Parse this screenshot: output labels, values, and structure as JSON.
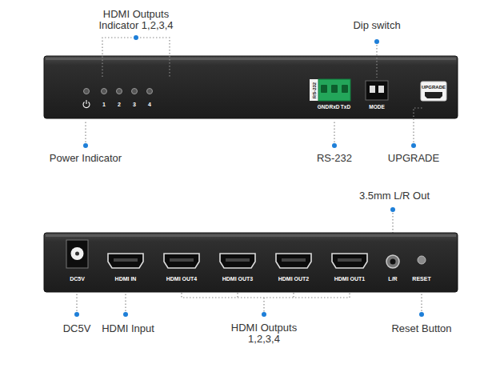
{
  "diagram": {
    "labels": [
      "HDMI Outputs Indicator 1,2,3,4",
      "Dip switch",
      "1",
      "2",
      "3",
      "4",
      "RS-232",
      "GND",
      "RxD",
      "TxD",
      "MODE",
      "UPGRADE",
      "Power Indicator",
      "RS-232",
      "UPGRADE",
      "3.5mm L/R Out",
      "DC5V",
      "HDMI IN",
      "HDMI OUT4",
      "HDMI OUT3",
      "HDMI OUT2",
      "HDMI OUT1",
      "L/R",
      "RESET",
      "DC5V",
      "HDMI Input",
      "HDMI Outputs 1,2,3,4",
      "Reset Button"
    ]
  }
}
